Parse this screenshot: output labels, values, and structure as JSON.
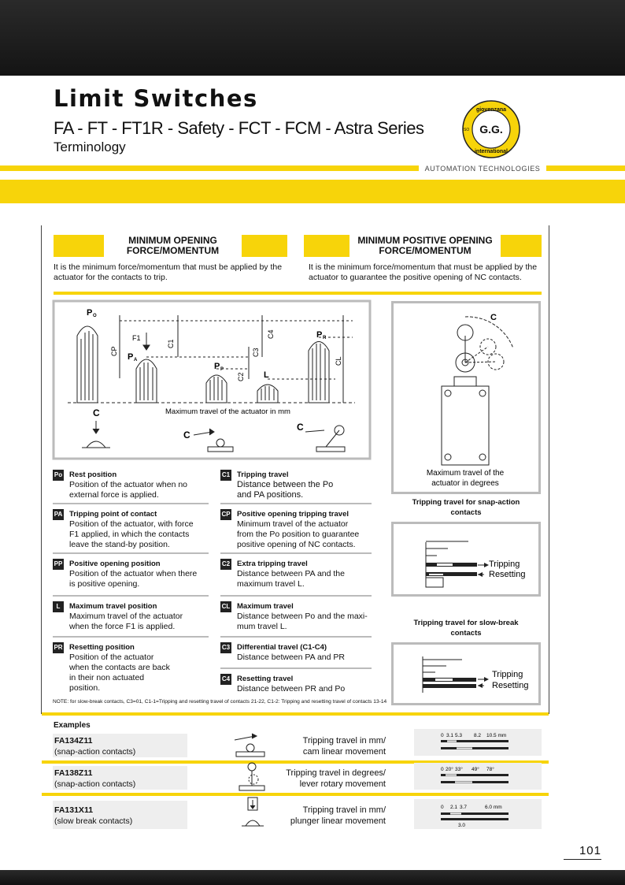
{
  "header": {
    "title": "Limit Switches",
    "series": "FA - FT - FT1R - Safety - FCT - FCM - Astra Series",
    "subtitle": "Terminology",
    "tagline": "AUTOMATION TECHNOLOGIES",
    "logo": {
      "top": "giovenzana",
      "center": "G.G.",
      "bottom": "international",
      "side": "ISO"
    }
  },
  "sections": {
    "min_opening": {
      "title_line1": "MINIMUM OPENING",
      "title_line2": "FORCE/MOMENTUM",
      "text": "It is the minimum force/momentum that must be applied by the actuator for the contacts to trip."
    },
    "min_positive": {
      "title_line1": "MINIMUM POSITIVE OPENING",
      "title_line2": "FORCE/MOMENTUM",
      "text": "It is the minimum force/momentum that must be applied by the actuator to guarantee the positive opening of NC contacts."
    }
  },
  "diagram": {
    "labels": {
      "po": "P",
      "po_sub": "O",
      "pa": "P",
      "pa_sub": "A",
      "pp": "P",
      "pp_sub": "P",
      "pr": "P",
      "pr_sub": "R",
      "l": "L",
      "f1": "F1",
      "c1": "C1",
      "c2": "C2",
      "c3": "C3",
      "c4": "C4",
      "cp": "CP",
      "cl": "CL",
      "c": "C"
    },
    "caption": "Maximum travel of the actuator in mm",
    "lever_caption_line1": "Maximum travel of the",
    "lever_caption_line2": "actuator in degrees"
  },
  "definitions_left": [
    {
      "badge": "Po",
      "term": "Rest position",
      "desc_lines": [
        "Position of the actuator when no",
        "external force is applied."
      ]
    },
    {
      "badge": "PA",
      "term": "Tripping point of contact",
      "desc_lines": [
        "Position of the actuator, with force",
        "F1 applied, in which the contacts",
        "leave the stand-by position."
      ]
    },
    {
      "badge": "PP",
      "term": "Positive opening position",
      "desc_lines": [
        "Position of the actuator when there",
        "is positive opening."
      ]
    },
    {
      "badge": "L",
      "term": "Maximum travel position",
      "desc_lines": [
        "Maximum travel of the actuator",
        "when the force F1 is applied."
      ]
    },
    {
      "badge": "PR",
      "term": "Resetting position",
      "desc_lines": [
        "Position of the actuator",
        "when the contacts are back",
        "in their non actuated",
        "position."
      ]
    }
  ],
  "definitions_right": [
    {
      "badge": "C1",
      "term": "Tripping travel",
      "desc_lines": [
        "Distance between the Po",
        "and PA positions."
      ]
    },
    {
      "badge": "CP",
      "term": "Positive opening tripping travel",
      "desc_lines": [
        "Minimum travel of the actuator",
        "from the Po position to guarantee",
        "positive opening of NC contacts."
      ]
    },
    {
      "badge": "C2",
      "term": "Extra tripping travel",
      "desc_lines": [
        "Distance between PA and the",
        "maximum travel L."
      ]
    },
    {
      "badge": "CL",
      "term": "Maximum travel",
      "desc_lines": [
        "Distance between Po and the maxi-",
        "mum travel L."
      ]
    },
    {
      "badge": "C3",
      "term": "Differential travel (C1-C4)",
      "desc_lines": [
        "Distance between PA and PR"
      ]
    },
    {
      "badge": "C4",
      "term": "Resetting travel",
      "desc_lines": [
        "Distance between PR and Po"
      ]
    }
  ],
  "travel_boxes": {
    "snap_title": "Tripping travel for snap-action contacts",
    "slow_title": "Tripping travel for slow-break contacts",
    "tripping": "Tripping",
    "resetting": "Resetting"
  },
  "note": "NOTE: for slow-break contacts, C3=01, C1-1=Tripping and resetting travel of contacts 21-22, C1-2: Tripping and resetting travel of contacts 13-14",
  "examples": {
    "heading": "Examples",
    "items": [
      {
        "code": "FA134Z11",
        "type": "(snap-action contacts)",
        "desc_line1": "Tripping travel in mm/",
        "desc_line2": "cam linear movement",
        "scale": [
          "0",
          "3.1",
          "5.3",
          "8.2",
          "10.5 mm"
        ]
      },
      {
        "code": "FA138Z11",
        "type": "(snap-action contacts)",
        "desc_line1": "Tripping travel in degrees/",
        "desc_line2": "lever rotary movement",
        "scale": [
          "0",
          "20°",
          "33°",
          "49°",
          "78°"
        ]
      },
      {
        "code": "FA131X11",
        "type": "(slow break contacts)",
        "desc_line1": "Tripping travel in mm/",
        "desc_line2": "plunger linear movement",
        "scale": [
          "0",
          "2.1",
          "3.7",
          "6.0 mm"
        ],
        "extra": "3.0"
      }
    ]
  },
  "page_number": "101"
}
